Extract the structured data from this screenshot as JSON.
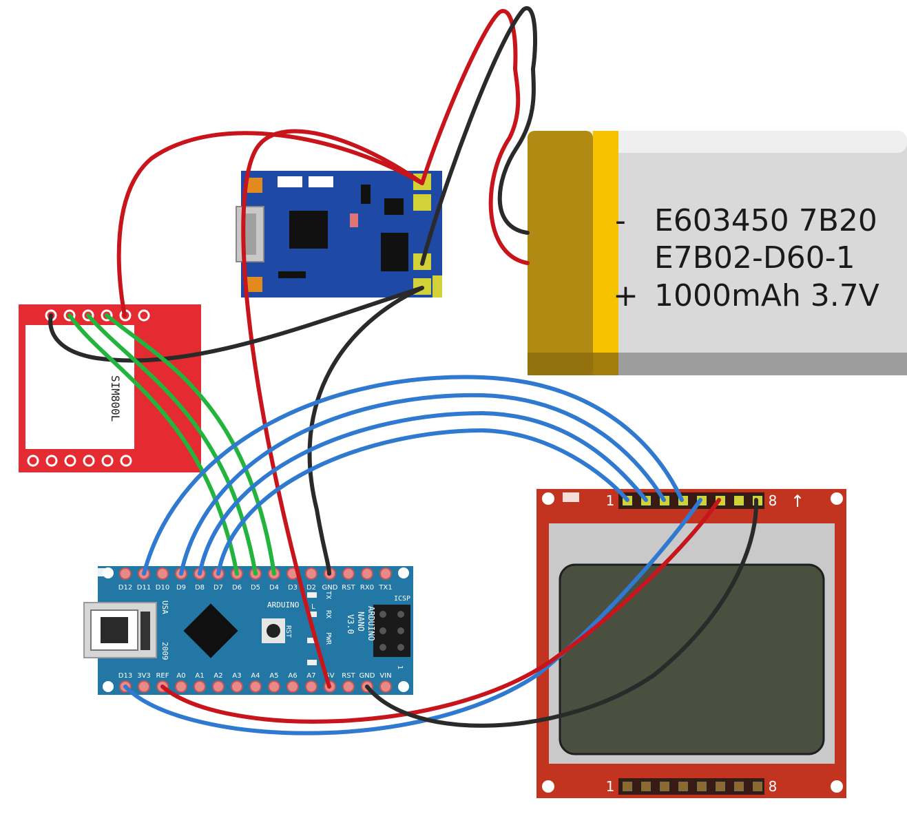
{
  "battery": {
    "line1": "E603450 7B20",
    "line2": "E7B02-D60-1",
    "line3": "1000mAh 3.7V",
    "minus": "-",
    "plus": "+"
  },
  "sim800l": {
    "label": "SIM800L"
  },
  "nano": {
    "top_pins": [
      "D12",
      "D11",
      "D10",
      "D9",
      "D8",
      "D7",
      "D6",
      "D5",
      "D4",
      "D3",
      "D2",
      "GND",
      "RST",
      "RX0",
      "TX1"
    ],
    "bottom_pins": [
      "D13",
      "3V3",
      "REF",
      "A0",
      "A1",
      "A2",
      "A3",
      "A4",
      "A5",
      "A6",
      "A7",
      "5V",
      "RST",
      "GND",
      "VIN"
    ],
    "brand": "ARDUINO",
    "model_lines": [
      "ARDUINO",
      "NANO",
      "V3.0"
    ],
    "usa": "USA",
    "year": "2009",
    "rst": "RST",
    "tx": "TX",
    "rx": "RX",
    "pwr": "PWR",
    "l": "L",
    "icsp": "ICSP",
    "icsp_num": "1"
  },
  "lcd": {
    "top_pin_first": "1",
    "top_pin_last": "8",
    "bottom_pin_first": "1",
    "bottom_pin_last": "8",
    "arrow": "↑"
  },
  "colors": {
    "wire_red": "#c8141b",
    "wire_black": "#2a2a2a",
    "wire_green": "#22b43c",
    "wire_blue": "#2f7ad0",
    "nano_board": "#2377a4",
    "sim_board": "#e52b32",
    "lcd_board": "#c2341f",
    "charger_board": "#1e4aa5"
  }
}
